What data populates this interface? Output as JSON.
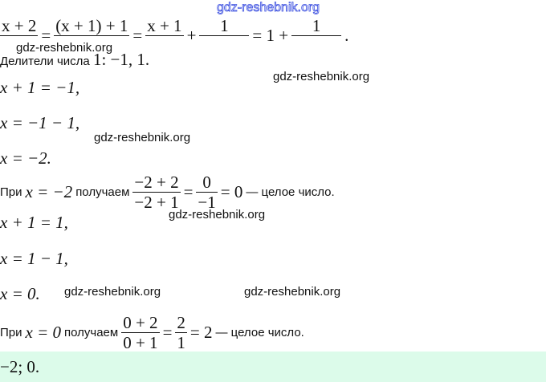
{
  "watermark": "gdz-reshebnik.org",
  "top_equation": {
    "fractions": [
      {
        "num": "x + 2",
        "den": ""
      },
      {
        "num": "(x + 1) + 1",
        "den": ""
      },
      {
        "num": "x + 1",
        "den": ""
      },
      {
        "num": "1",
        "den": ""
      },
      {
        "num": "1",
        "den": ""
      }
    ],
    "eq": "=",
    "plus": "+",
    "one_plus": "= 1 +",
    "end": "."
  },
  "divisors": {
    "label": "Делители числа ",
    "math": "1: −1,  1."
  },
  "case1": {
    "lines": [
      "x + 1 = −1,",
      "x = −1 − 1,",
      "x = −2."
    ],
    "check": {
      "pri": "При",
      "x_eq": "x = −2",
      "poluchaem": "получаем",
      "f1_num": "−2 + 2",
      "f1_den": "−2 + 1",
      "eq": "=",
      "f2_num": "0",
      "f2_den": "−1",
      "result": "= 0",
      "tail": "— целое число."
    }
  },
  "case2": {
    "lines": [
      "x + 1 = 1,",
      "x = 1 − 1,",
      "x = 0."
    ],
    "check": {
      "pri": "При",
      "x_eq": "x = 0",
      "poluchaem": "получаем",
      "f1_num": "0 + 2",
      "f1_den": "0 + 1",
      "eq": "=",
      "f2_num": "2",
      "f2_den": "1",
      "result": "= 2",
      "tail": "— целое число."
    }
  },
  "answer": "−2;  0.",
  "colors": {
    "answer_bg": "#dcfbea",
    "watermark_blue": "#3b4fe0"
  }
}
